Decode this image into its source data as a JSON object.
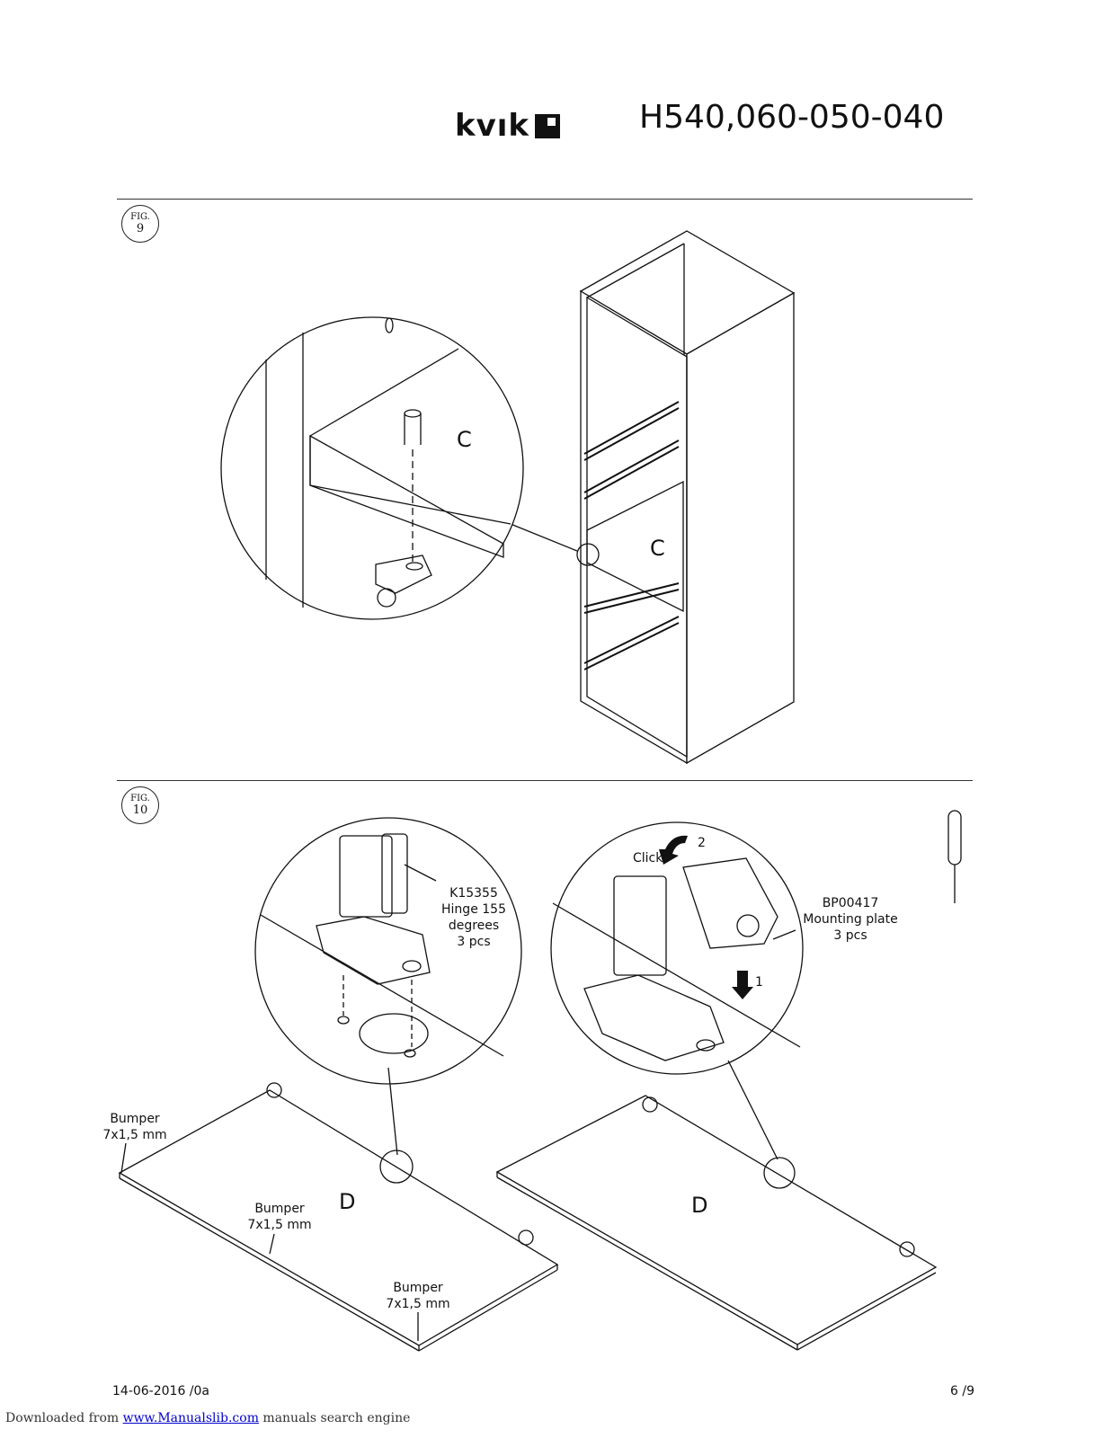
{
  "header": {
    "logo_text": "kvık",
    "doc_code": "H540,060-050-040"
  },
  "fig9": {
    "label": "FIG.",
    "number": "9",
    "detail_letter": "C",
    "cabinet_letter": "C"
  },
  "fig10": {
    "label": "FIG.",
    "number": "10",
    "hinge": {
      "code": "K15355",
      "desc": "Hinge 155 degrees",
      "qty": "3 pcs"
    },
    "plate": {
      "code": "BP00417",
      "desc": "Mounting plate",
      "qty": "3 pcs"
    },
    "click_label": "Click",
    "step1": "1",
    "step2": "2",
    "door_letter_left": "D",
    "door_letter_right": "D",
    "bumpers": [
      {
        "line1": "Bumper",
        "line2": "7x1,5 mm"
      },
      {
        "line1": "Bumper",
        "line2": "7x1,5 mm"
      },
      {
        "line1": "Bumper",
        "line2": "7x1,5 mm"
      }
    ]
  },
  "footer": {
    "date": "14-06-2016 /0a",
    "page": "6  /9",
    "download_prefix": "Downloaded from ",
    "download_link": "www.Manualslib.com",
    "download_suffix": "  manuals search engine"
  }
}
